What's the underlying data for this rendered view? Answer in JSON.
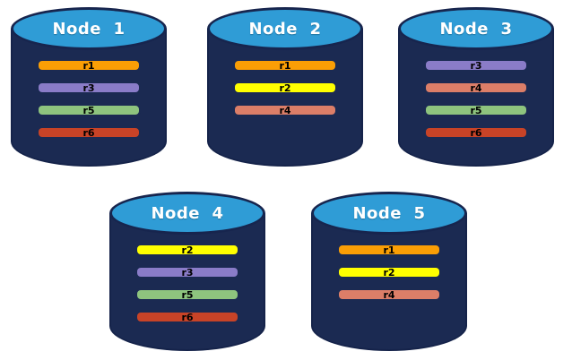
{
  "diagram": {
    "description": "Five database node cylinders holding replica bars",
    "colors": {
      "background": "#FFFFFF",
      "cylinder_body": "#1B2A52",
      "cylinder_top": "#2F9CD6",
      "outline": "#17254E",
      "replica_r1": "#FA9E05",
      "replica_r2": "#FFFF00",
      "replica_r3": "#8A7CC8",
      "replica_r4": "#DC7E68",
      "replica_r5": "#8EC47E",
      "replica_r6": "#C84327",
      "node_label_text": "#FFFFFF",
      "replica_label_text": "#000000"
    }
  },
  "nodes": [
    {
      "label": "Node  1",
      "replicas": [
        {
          "label": "r1",
          "color": "#FA9E05"
        },
        {
          "label": "r3",
          "color": "#8A7CC8"
        },
        {
          "label": "r5",
          "color": "#8EC47E"
        },
        {
          "label": "r6",
          "color": "#C84327"
        }
      ]
    },
    {
      "label": "Node  2",
      "replicas": [
        {
          "label": "r1",
          "color": "#FA9E05"
        },
        {
          "label": "r2",
          "color": "#FFFF00"
        },
        {
          "label": "r4",
          "color": "#DC7E68"
        }
      ]
    },
    {
      "label": "Node  3",
      "replicas": [
        {
          "label": "r3",
          "color": "#8A7CC8"
        },
        {
          "label": "r4",
          "color": "#DC7E68"
        },
        {
          "label": "r5",
          "color": "#8EC47E"
        },
        {
          "label": "r6",
          "color": "#C84327"
        }
      ]
    },
    {
      "label": "Node  4",
      "replicas": [
        {
          "label": "r2",
          "color": "#FFFF00"
        },
        {
          "label": "r3",
          "color": "#8A7CC8"
        },
        {
          "label": "r5",
          "color": "#8EC47E"
        },
        {
          "label": "r6",
          "color": "#C84327"
        }
      ]
    },
    {
      "label": "Node  5",
      "replicas": [
        {
          "label": "r1",
          "color": "#FA9E05"
        },
        {
          "label": "r2",
          "color": "#FFFF00"
        },
        {
          "label": "r4",
          "color": "#DC7E68"
        }
      ]
    }
  ]
}
